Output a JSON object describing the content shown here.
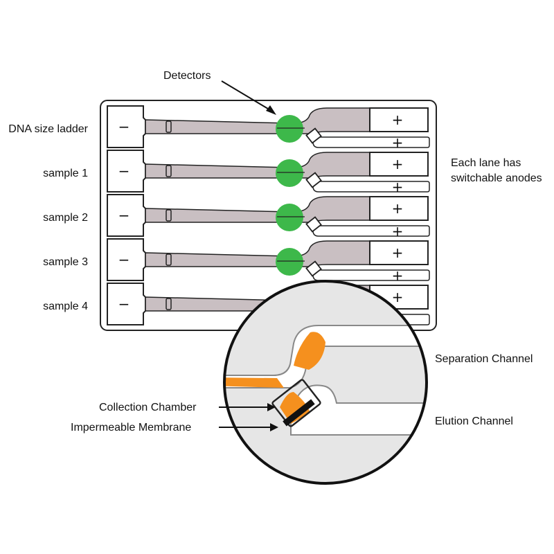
{
  "labels": {
    "detectors": "Detectors",
    "anodes_line1": "Each lane has",
    "anodes_line2": "switchable anodes",
    "separation_channel": "Separation Channel",
    "elution_channel": "Elution Channel",
    "collection_chamber": "Collection Chamber",
    "impermeable_membrane": "Impermeable Membrane"
  },
  "lanes": [
    {
      "label": "DNA size ladder"
    },
    {
      "label": "sample 1"
    },
    {
      "label": "sample 2"
    },
    {
      "label": "sample 3"
    },
    {
      "label": "sample 4"
    }
  ],
  "signs": {
    "cathode": "−",
    "anode": "+"
  },
  "colors": {
    "channel_fill": "#c9bfc2",
    "detector": "#3db84a",
    "sample_band": "#f5901e",
    "magnifier_bg": "#e6e6e6",
    "outline": "#222222"
  }
}
